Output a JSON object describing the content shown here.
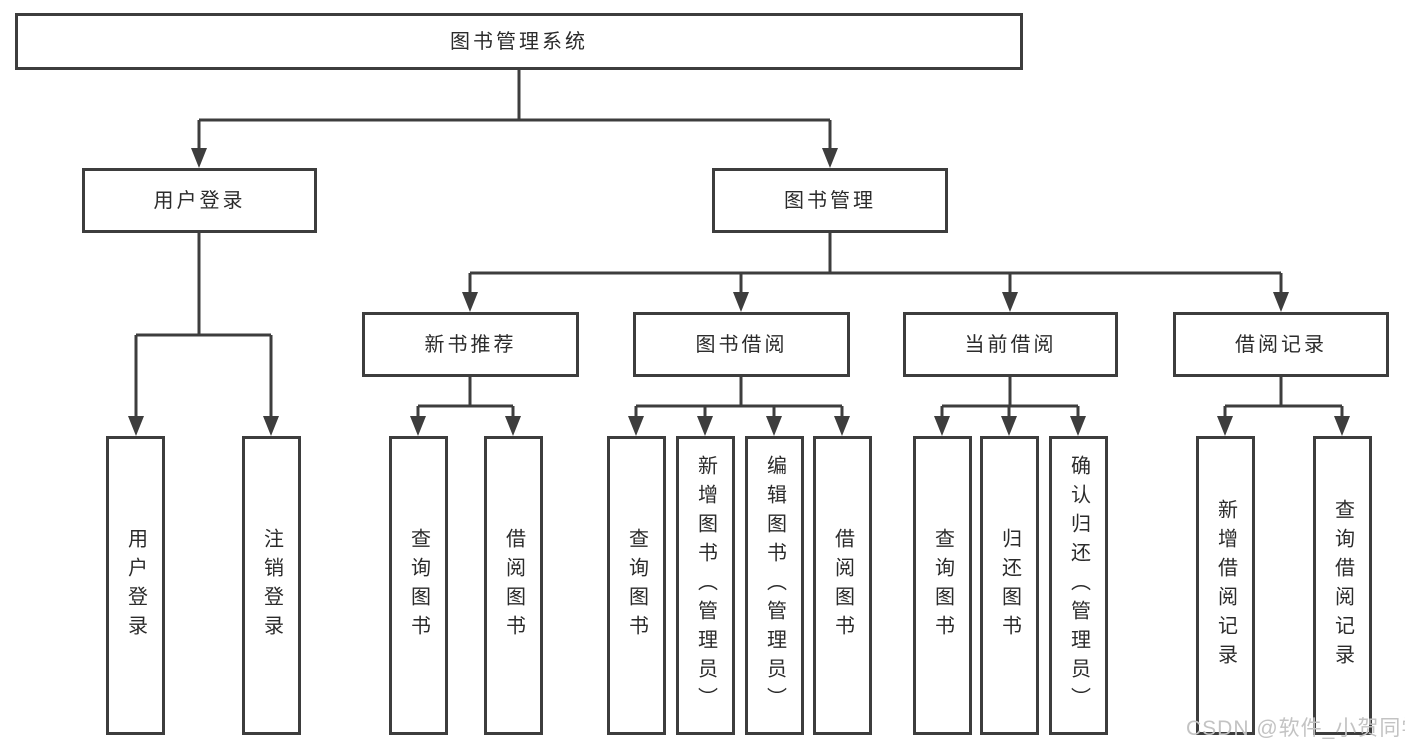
{
  "colors": {
    "line": "#3d3d3d",
    "box_border": "#3d3d3d",
    "box_fill": "#ffffff",
    "text": "#2b2b2b",
    "watermark": "#c3c3c3",
    "background": "#ffffff"
  },
  "watermark": {
    "text": "CSDN @软件_小贺同学"
  },
  "diagram": {
    "type": "hierarchy",
    "root": {
      "label": "图书管理系统",
      "children": [
        {
          "label": "用户登录",
          "children": [
            {
              "label": "用户登录"
            },
            {
              "label": "注销登录"
            }
          ]
        },
        {
          "label": "图书管理",
          "children": [
            {
              "label": "新书推荐",
              "children": [
                {
                  "label": "查询图书"
                },
                {
                  "label": "借阅图书"
                }
              ]
            },
            {
              "label": "图书借阅",
              "children": [
                {
                  "label": "查询图书"
                },
                {
                  "label": "新增图书（管理员）"
                },
                {
                  "label": "编辑图书（管理员）"
                },
                {
                  "label": "借阅图书"
                }
              ]
            },
            {
              "label": "当前借阅",
              "children": [
                {
                  "label": "查询图书"
                },
                {
                  "label": "归还图书"
                },
                {
                  "label": "确认归还（管理员）"
                }
              ]
            },
            {
              "label": "借阅记录",
              "children": [
                {
                  "label": "新增借阅记录"
                },
                {
                  "label": "查询借阅记录"
                }
              ]
            }
          ]
        }
      ]
    }
  }
}
